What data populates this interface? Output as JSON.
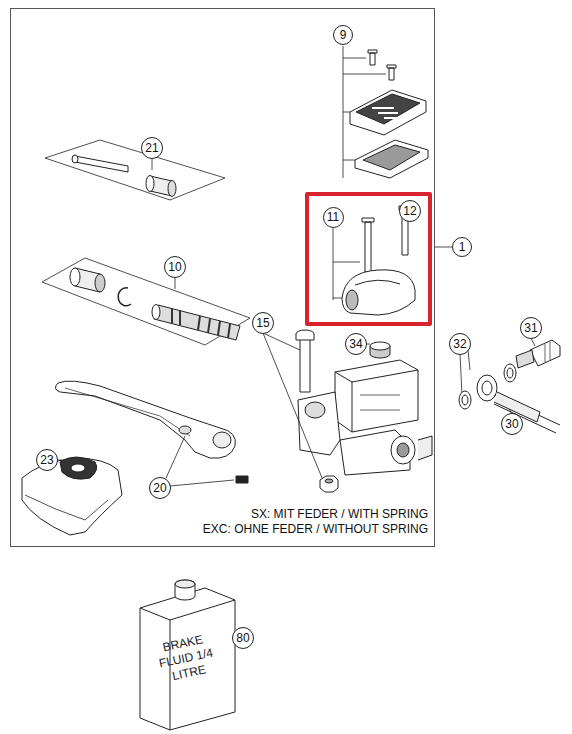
{
  "diagram": {
    "nodes": [
      {
        "text": [
          "SX: MIT FEDER / WITH SPRING",
          "EXC: OHNE FEDER / WITHOUT SPRING"
        ]
      },
      {
        "text": [
          "9"
        ],
        "in": 0
      },
      {
        "text": [
          "21"
        ],
        "in": 0
      },
      {
        "text": [
          "11"
        ],
        "in": 0
      },
      {
        "text": [
          "12"
        ],
        "in": 0
      },
      {
        "text": [
          "1"
        ]
      },
      {
        "text": [
          "10"
        ],
        "in": 0
      },
      {
        "text": [
          "15"
        ],
        "in": 0
      },
      {
        "text": [
          "34"
        ],
        "in": 0
      },
      {
        "text": [
          "32"
        ]
      },
      {
        "text": [
          "31"
        ]
      },
      {
        "text": [
          "23"
        ],
        "in": 0
      },
      {
        "text": [
          "20"
        ],
        "in": 0
      },
      {
        "text": [
          "30"
        ]
      },
      {
        "text": [
          "80"
        ]
      }
    ],
    "edges": [
      {
        "from": 0,
        "to": 5,
        "arrow": "none"
      }
    ],
    "labels": [
      "BRAKE FLUID 1/4 LITRE"
    ]
  }
}
